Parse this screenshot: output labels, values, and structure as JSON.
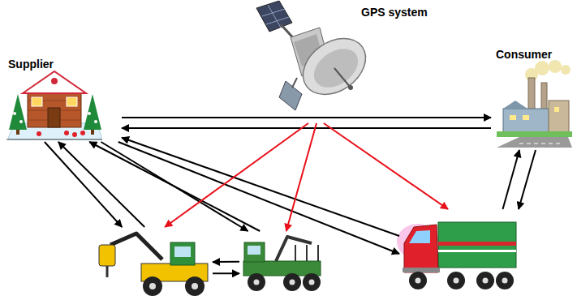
{
  "diagram": {
    "nodes": [
      {
        "text": [
          "Supplier"
        ]
      },
      {
        "text": [
          "GPS system"
        ]
      },
      {
        "text": [
          "Consumer"
        ]
      },
      {
        "text": []
      },
      {
        "text": []
      },
      {
        "text": []
      }
    ],
    "edges": [
      {
        "from": 0,
        "to": 2,
        "arrow": "to"
      },
      {
        "from": 2,
        "to": 0,
        "arrow": "to"
      },
      {
        "from": 0,
        "to": 3,
        "arrow": "to"
      },
      {
        "from": 3,
        "to": 0,
        "arrow": "to"
      },
      {
        "from": 4,
        "to": 0,
        "arrow": "to"
      },
      {
        "from": 0,
        "to": 4,
        "arrow": "to"
      },
      {
        "from": 5,
        "to": 0,
        "arrow": "to"
      },
      {
        "from": 0,
        "to": 5,
        "arrow": "to"
      },
      {
        "from": 4,
        "to": 3,
        "arrow": "to"
      },
      {
        "from": 3,
        "to": 4,
        "arrow": "to"
      },
      {
        "from": 5,
        "to": 2,
        "arrow": "to"
      },
      {
        "from": 2,
        "to": 5,
        "arrow": "to"
      },
      {
        "from": 1,
        "to": 3,
        "arrow": "to"
      },
      {
        "from": 1,
        "to": 4,
        "arrow": "to"
      },
      {
        "from": 1,
        "to": 5,
        "arrow": "to"
      }
    ]
  }
}
